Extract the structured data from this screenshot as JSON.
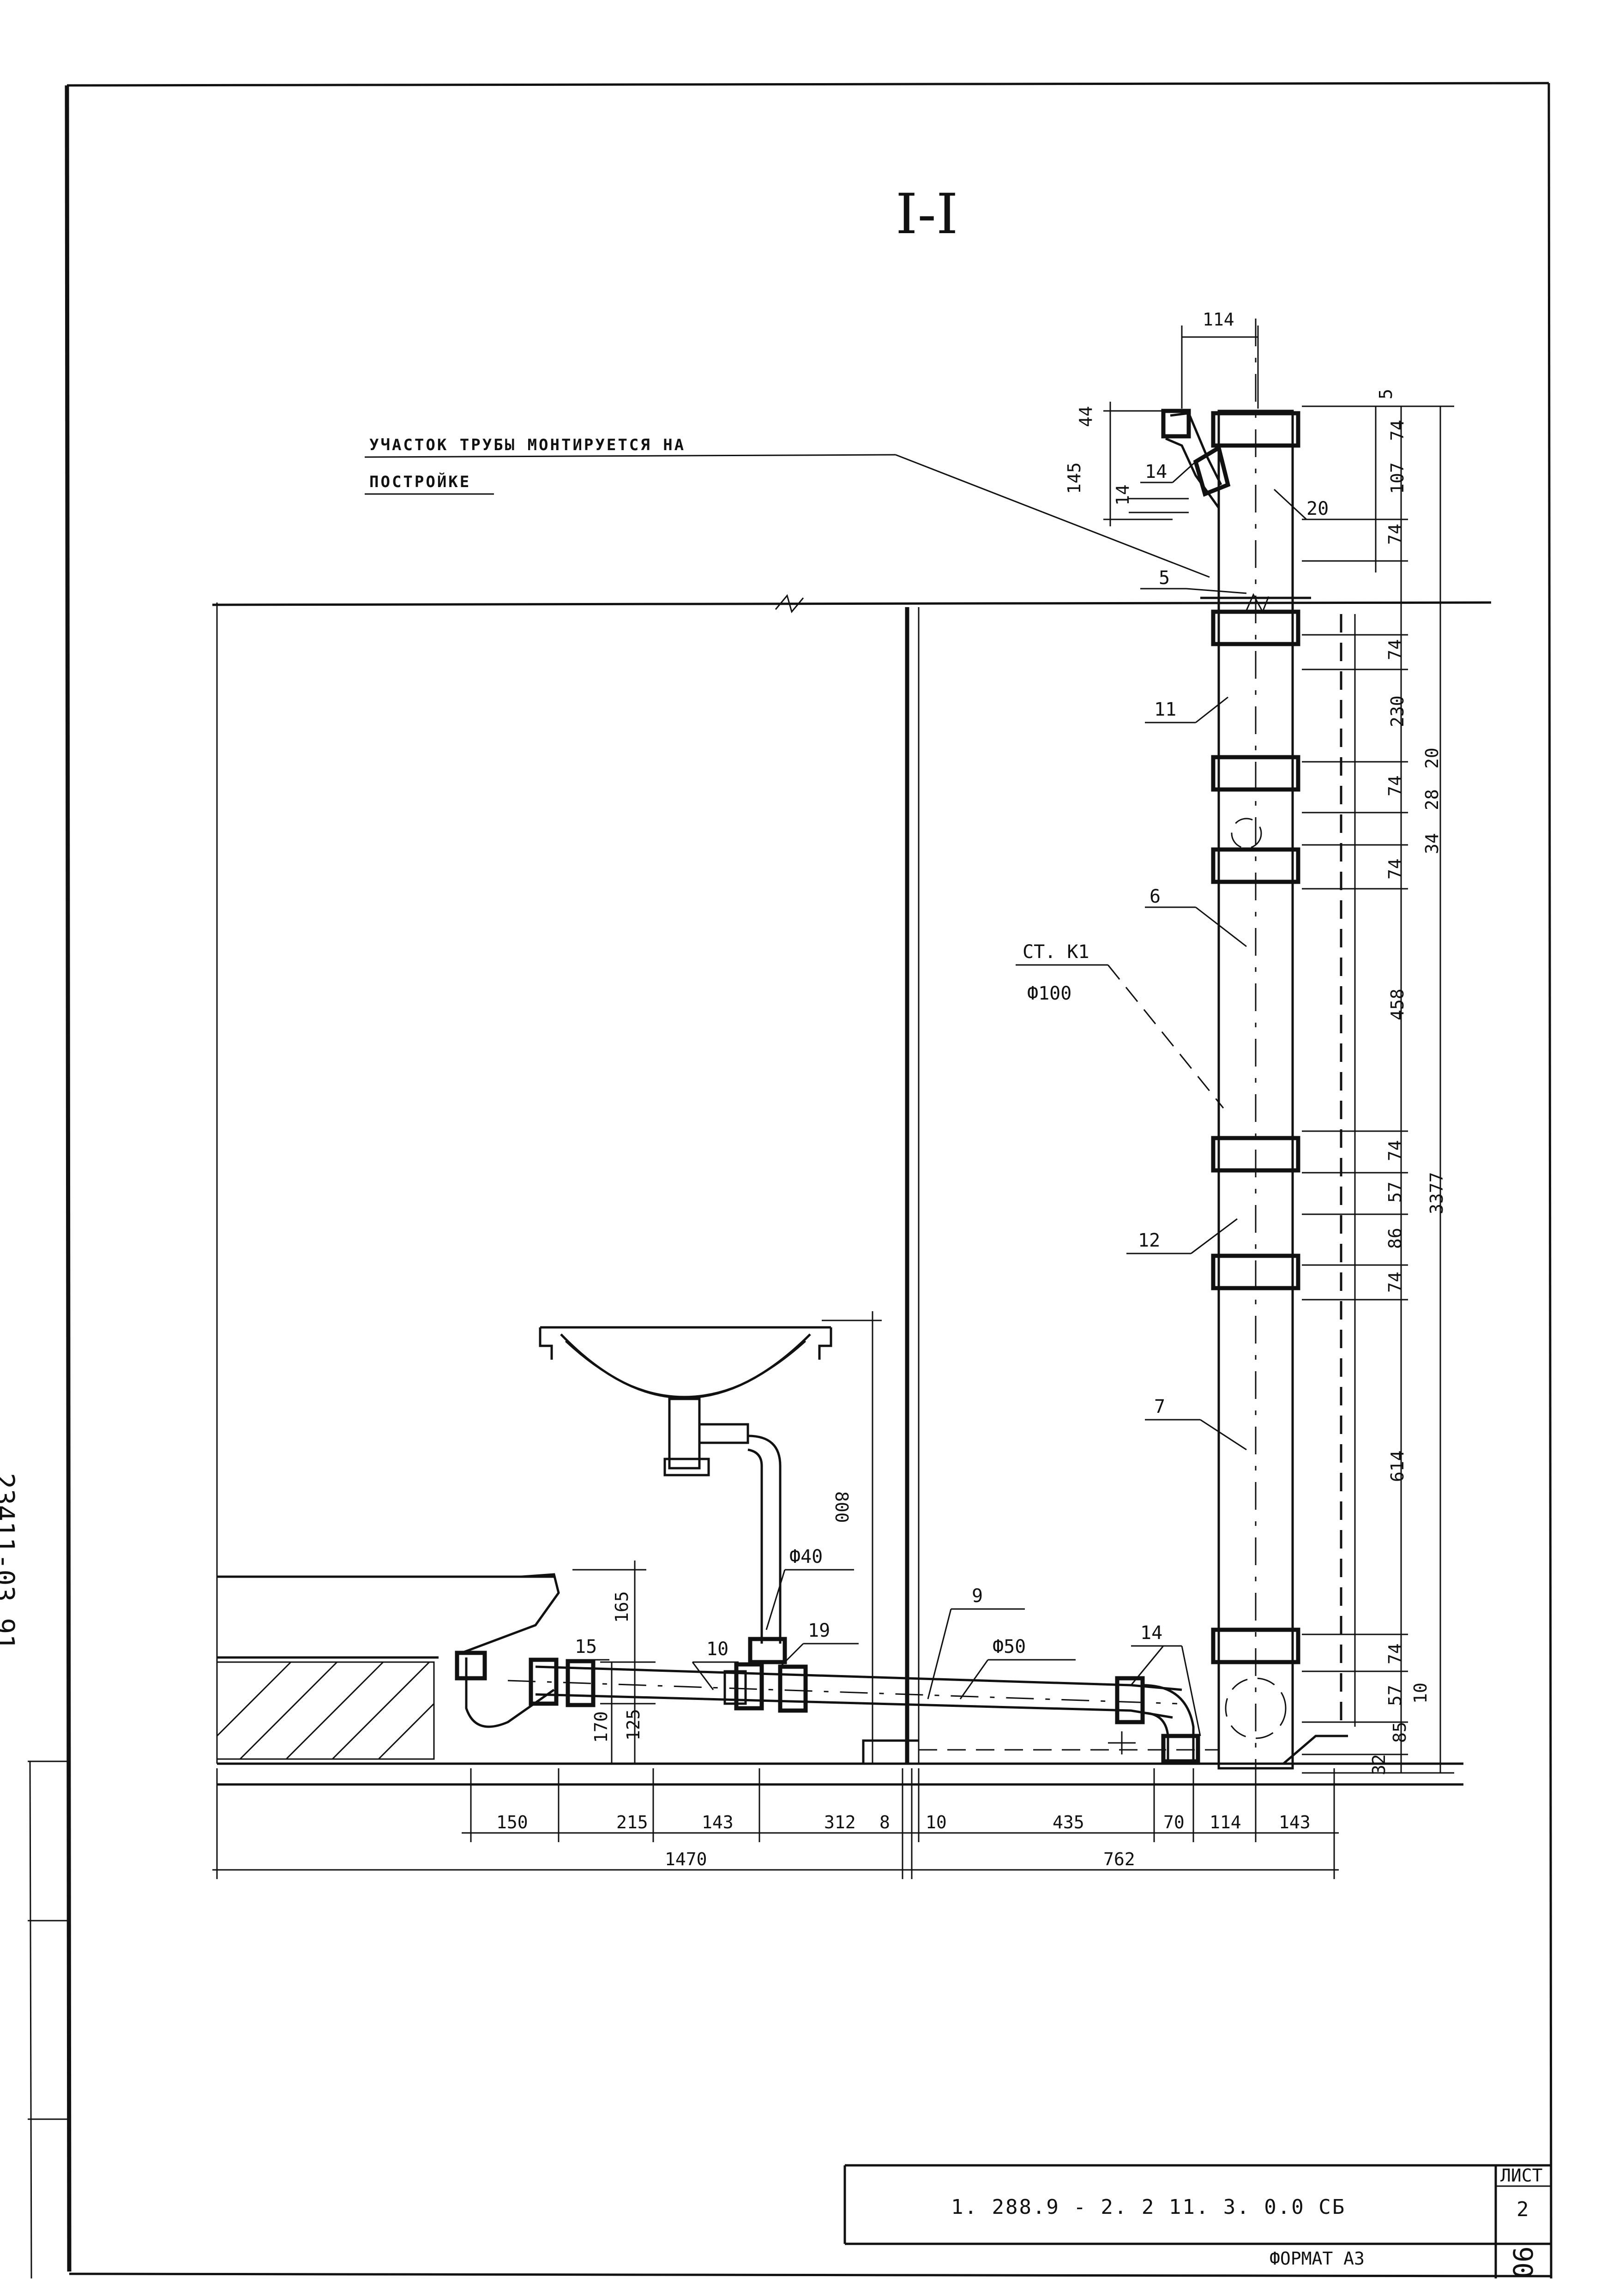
{
  "title": "I-I",
  "note": {
    "line1": "УЧАСТОК ТРУБЫ МОНТИРУЕТСЯ НА",
    "line2": "ПОСТРОЙКЕ"
  },
  "riser": {
    "label": "СТ. К1",
    "diameter": "Ф100"
  },
  "branch": {
    "d50": "Ф50",
    "d40": "Ф40"
  },
  "callouts": {
    "c20": "20",
    "c14_top": "14",
    "c5": "5",
    "c11": "11",
    "c6": "6",
    "c12": "12",
    "c7": "7",
    "c9": "9",
    "c14_bottom": "14",
    "c19": "19",
    "c10": "10",
    "c15": "15"
  },
  "dims_right": {
    "d5": "5",
    "d74a": "74",
    "d107": "107",
    "d74b": "74",
    "d74c": "74",
    "d230": "230",
    "d74d": "74",
    "d20": "20",
    "d28": "28",
    "d34": "34",
    "d74e": "74",
    "d458": "458",
    "d74f": "74",
    "d57a": "57",
    "d86": "86",
    "d74g": "74",
    "d3377": "3377",
    "d614": "614",
    "d74h": "74",
    "d57b": "57",
    "d10": "10",
    "d85": "85",
    "d32": "32"
  },
  "dims_top": {
    "d114": "114",
    "d44": "44",
    "d145": "145",
    "d14": "14"
  },
  "dims_sink": {
    "d800": "800",
    "d165": "165",
    "d170": "170",
    "d125": "125"
  },
  "dims_bottom": {
    "d150": "150",
    "d215": "215",
    "d143a": "143",
    "d312": "312",
    "d8": "8",
    "d10": "10",
    "d435": "435",
    "d70": "70",
    "d114": "114",
    "d143b": "143",
    "d1470": "1470",
    "d762": "762"
  },
  "title_block": {
    "code": "1. 288.9  - 2. 2   11.  3. 0.0  СБ",
    "sheet_label": "ЛИСТ",
    "sheet_number": "2",
    "format": "ФОРМАТ А3",
    "side_number": "06"
  },
  "side_code": "23411-03  91"
}
